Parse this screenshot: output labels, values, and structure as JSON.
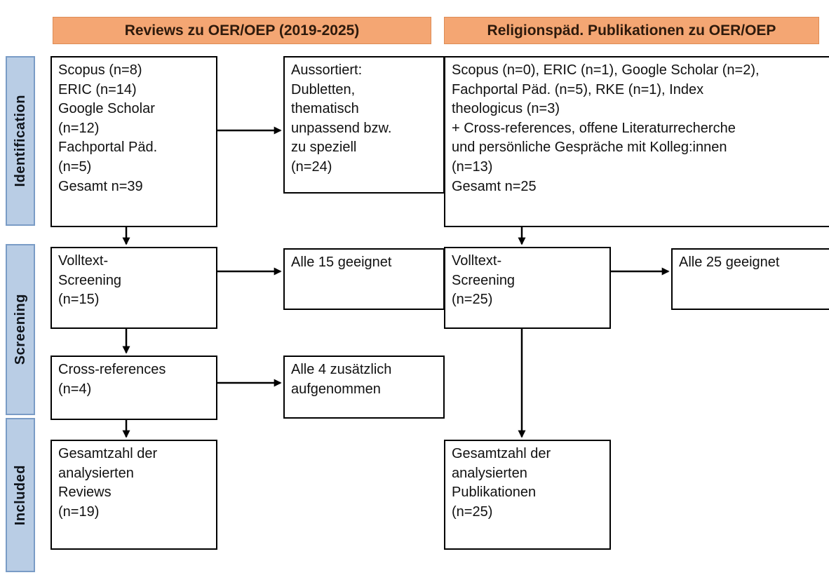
{
  "headers": {
    "left": "Reviews zu OER/OEP (2019-2025)",
    "right": "Religionspäd. Publikationen zu OER/OEP"
  },
  "stages": {
    "identification": "Identification",
    "screening": "Screening",
    "included": "Included"
  },
  "left_column": {
    "sources": "Scopus (n=8)\nERIC (n=14)\nGoogle Scholar\n(n=12)\nFachportal Päd.\n(n=5)\nGesamt n=39",
    "excluded": "Aussortiert:\nDubletten,\nthematisch\nunpassend bzw.\nzu speziell\n(n=24)",
    "fulltext": "Volltext-\nScreening\n(n=15)",
    "fulltext_result": "Alle 15 geeignet",
    "crossref": "Cross-references\n(n=4)",
    "crossref_result": "Alle 4 zusätzlich\naufgenommen",
    "included_total": "Gesamtzahl der\nanalysierten\nReviews\n(n=19)"
  },
  "right_column": {
    "sources": "Scopus (n=0), ERIC (n=1), Google Scholar (n=2),\nFachportal Päd. (n=5), RKE (n=1), Index\ntheologicus (n=3)\n+ Cross-references, offene Literaturrecherche\nund persönliche Gespräche mit Kolleg:innen\n(n=13)\nGesamt n=25",
    "fulltext": "Volltext-\nScreening\n(n=25)",
    "fulltext_result": "Alle 25 geeignet",
    "included_total": "Gesamtzahl der\nanalysierten\nPublikationen\n(n=25)"
  },
  "colors": {
    "header_bg": "#f4a673",
    "header_border": "#dd8c55",
    "stage_bg": "#b9cde5",
    "stage_border": "#7a9cc6",
    "box_border": "#000000",
    "arrow": "#000000",
    "background": "#ffffff"
  }
}
